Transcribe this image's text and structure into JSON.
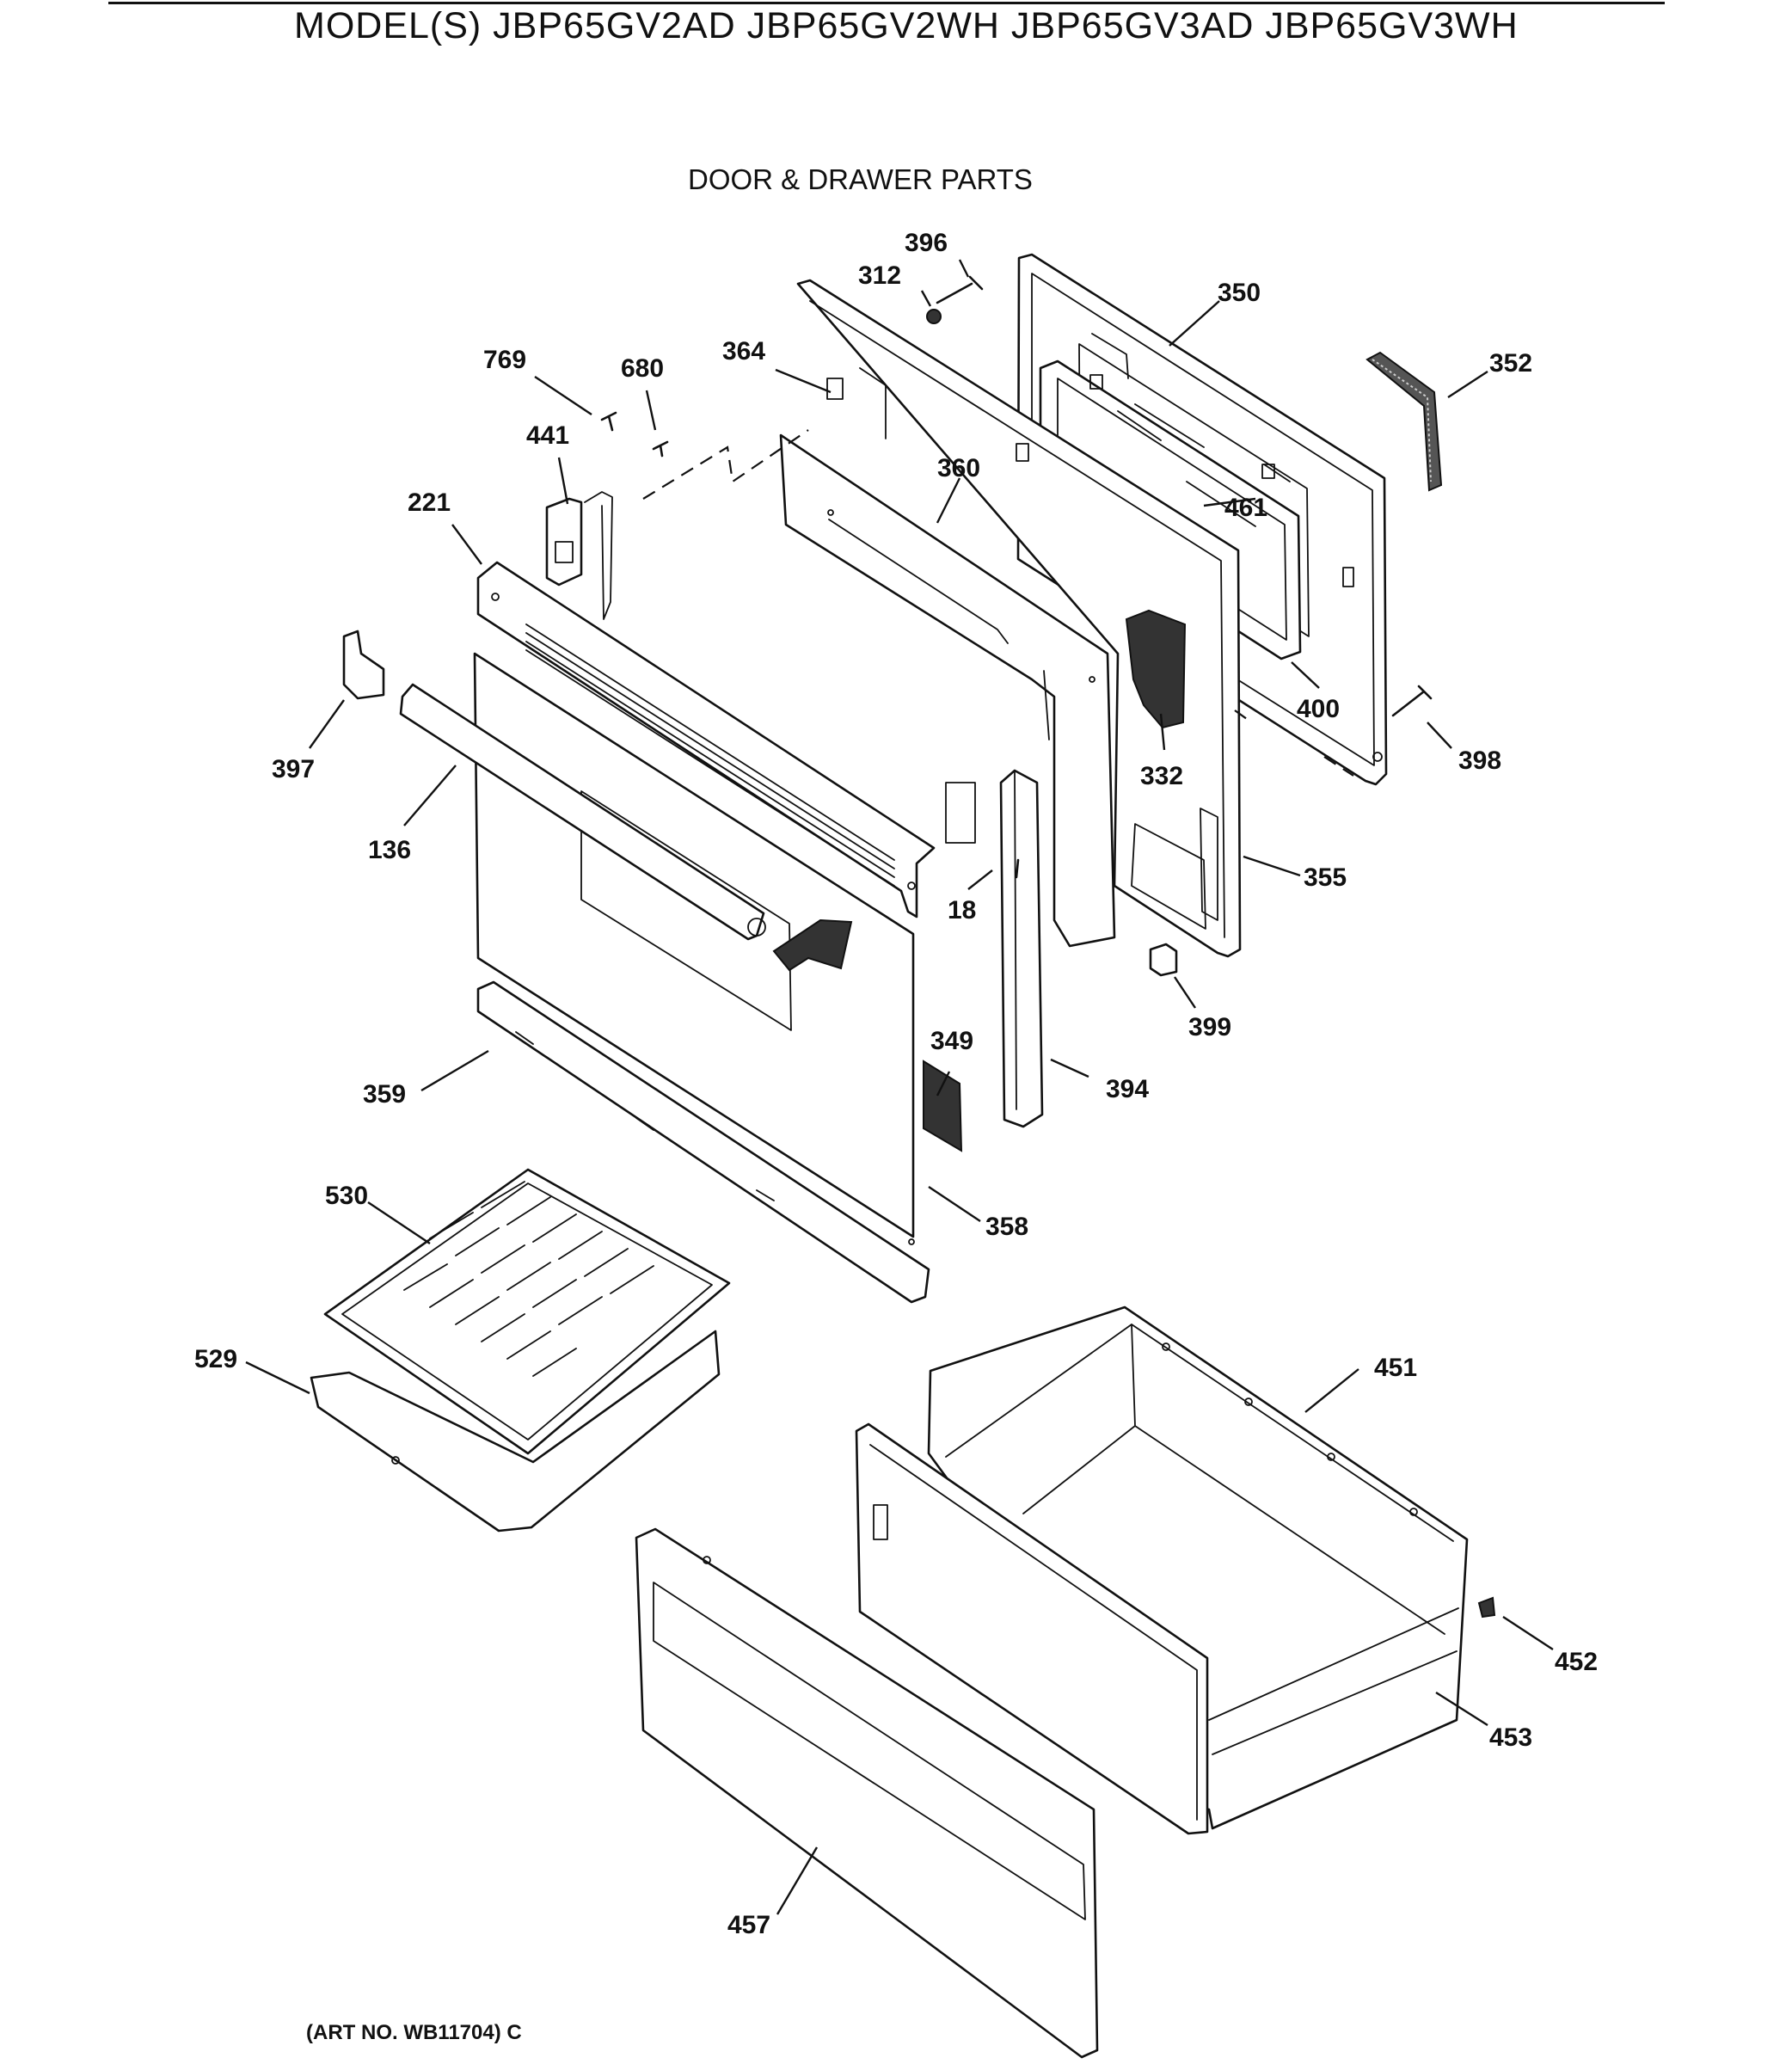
{
  "header": {
    "models_title": "MODEL(S) JBP65GV2AD  JBP65GV2WH  JBP65GV3AD  JBP65GV3WH",
    "section_title": "DOOR & DRAWER PARTS"
  },
  "footer": {
    "art_no": "(ART NO. WB11704) C"
  },
  "parts": {
    "p396": "396",
    "p312": "312",
    "p350": "350",
    "p352": "352",
    "p769": "769",
    "p680": "680",
    "p364": "364",
    "p441": "441",
    "p360": "360",
    "p221": "221",
    "p461": "461",
    "p400": "400",
    "p398": "398",
    "p397": "397",
    "p332": "332",
    "p136": "136",
    "p18": "18",
    "p355": "355",
    "p399": "399",
    "p349": "349",
    "p394": "394",
    "p359": "359",
    "p358": "358",
    "p530": "530",
    "p529": "529",
    "p451": "451",
    "p452": "452",
    "p453": "453",
    "p457": "457"
  }
}
